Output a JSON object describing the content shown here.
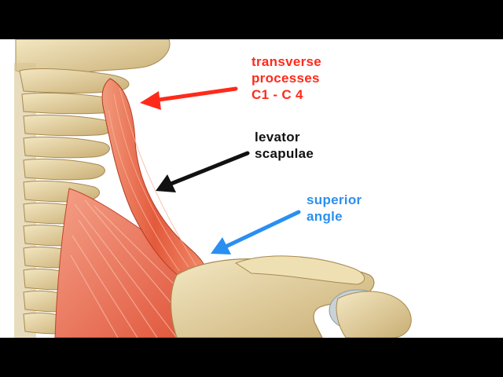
{
  "annotations": [
    {
      "id": "transverse-processes",
      "lines": [
        "transverse",
        "processes",
        "C1 - C 4"
      ],
      "color": "#ff2a1a"
    },
    {
      "id": "levator-scapulae",
      "lines": [
        "levator",
        "scapulae"
      ],
      "color": "#111111"
    },
    {
      "id": "superior-angle",
      "lines": [
        "superior",
        "angle"
      ],
      "color": "#2a8ff0"
    }
  ],
  "colors": {
    "letterbox": "#000000",
    "background": "#ffffff",
    "bone": "#e8d8a8",
    "bone_shadow": "#b89a5c",
    "muscle": "#e8553a",
    "muscle_light": "#f59a7a",
    "cartilage": "#c9d2d6"
  }
}
